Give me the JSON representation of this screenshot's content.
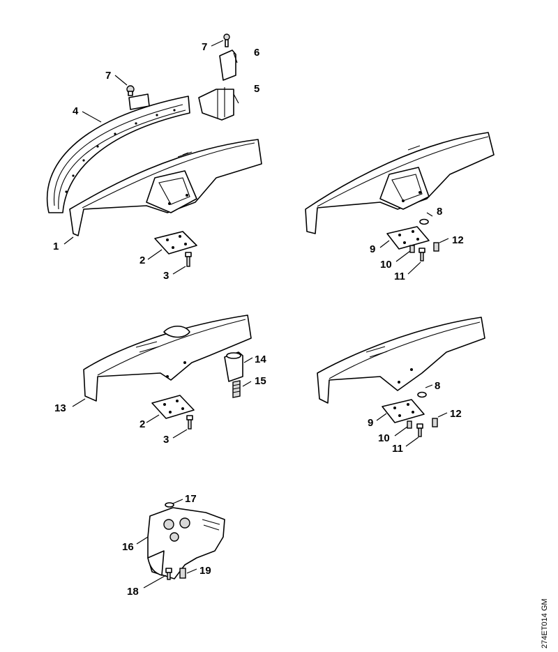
{
  "drawing_code": "274ET014 GM",
  "callouts": {
    "g1": [
      {
        "id": "c1",
        "label": "1"
      },
      {
        "id": "c2",
        "label": "2"
      },
      {
        "id": "c3",
        "label": "3"
      },
      {
        "id": "c4",
        "label": "4"
      },
      {
        "id": "c5",
        "label": "5"
      },
      {
        "id": "c6",
        "label": "6"
      },
      {
        "id": "c7a",
        "label": "7"
      },
      {
        "id": "c7b",
        "label": "7"
      }
    ],
    "g2": [
      {
        "id": "c8",
        "label": "8"
      },
      {
        "id": "c9",
        "label": "9"
      },
      {
        "id": "c10",
        "label": "10"
      },
      {
        "id": "c11",
        "label": "11"
      },
      {
        "id": "c12",
        "label": "12"
      }
    ],
    "g3": [
      {
        "id": "c13",
        "label": "13"
      },
      {
        "id": "c14",
        "label": "14"
      },
      {
        "id": "c15",
        "label": "15"
      },
      {
        "id": "c2b",
        "label": "2"
      },
      {
        "id": "c3b",
        "label": "3"
      }
    ],
    "g4": [
      {
        "id": "c8b",
        "label": "8"
      },
      {
        "id": "c9b",
        "label": "9"
      },
      {
        "id": "c10b",
        "label": "10"
      },
      {
        "id": "c11b",
        "label": "11"
      },
      {
        "id": "c12b",
        "label": "12"
      }
    ],
    "g5": [
      {
        "id": "c16",
        "label": "16"
      },
      {
        "id": "c17",
        "label": "17"
      },
      {
        "id": "c18",
        "label": "18"
      },
      {
        "id": "c19",
        "label": "19"
      }
    ]
  }
}
